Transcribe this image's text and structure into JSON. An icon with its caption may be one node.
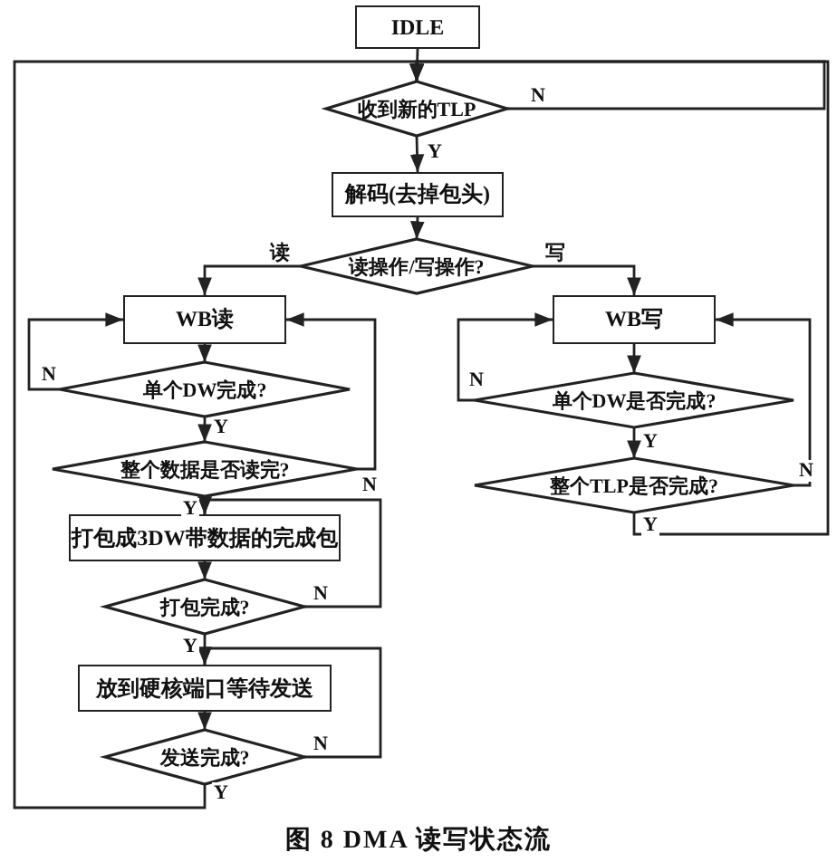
{
  "diagram": {
    "caption": "图 8 DMA 读写状态流",
    "nodes": [
      {
        "text": [
          "IDLE"
        ]
      },
      {
        "text": [
          "收到新的TLP"
        ]
      },
      {
        "text": [
          "解码(去掉包头)"
        ]
      },
      {
        "text": [
          "读操作/写操作?"
        ]
      },
      {
        "text": [
          "WB读"
        ]
      },
      {
        "text": [
          "单个DW完成?"
        ]
      },
      {
        "text": [
          "整个数据是否读完?"
        ]
      },
      {
        "text": [
          "打包成3DW带数据的完成包"
        ]
      },
      {
        "text": [
          "打包完成?"
        ]
      },
      {
        "text": [
          "放到硬核端口等待发送"
        ]
      },
      {
        "text": [
          "发送完成?"
        ]
      },
      {
        "text": [
          "WB写"
        ]
      },
      {
        "text": [
          "单个DW是否完成?"
        ]
      },
      {
        "text": [
          "整个TLP是否完成?"
        ]
      }
    ],
    "edges": [
      {
        "from": 0,
        "to": 1,
        "arrow": "to"
      },
      {
        "from": 1,
        "to": 2,
        "arrow": "to",
        "label": "Y"
      },
      {
        "from": 1,
        "to": 1,
        "arrow": "to",
        "label": "N"
      },
      {
        "from": 2,
        "to": 3,
        "arrow": "to"
      },
      {
        "from": 3,
        "to": 4,
        "arrow": "to",
        "label": "读"
      },
      {
        "from": 3,
        "to": 11,
        "arrow": "to",
        "label": "写"
      },
      {
        "from": 4,
        "to": 5,
        "arrow": "to"
      },
      {
        "from": 5,
        "to": 4,
        "arrow": "to",
        "label": "N"
      },
      {
        "from": 5,
        "to": 6,
        "arrow": "to",
        "label": "Y"
      },
      {
        "from": 6,
        "to": 4,
        "arrow": "to",
        "label": "N"
      },
      {
        "from": 6,
        "to": 7,
        "arrow": "to",
        "label": "Y"
      },
      {
        "from": 7,
        "to": 8,
        "arrow": "to"
      },
      {
        "from": 8,
        "to": 7,
        "arrow": "to",
        "label": "N"
      },
      {
        "from": 8,
        "to": 9,
        "arrow": "to",
        "label": "Y"
      },
      {
        "from": 9,
        "to": 10,
        "arrow": "to"
      },
      {
        "from": 10,
        "to": 9,
        "arrow": "to",
        "label": "N"
      },
      {
        "from": 10,
        "to": 1,
        "arrow": "to",
        "label": "Y"
      },
      {
        "from": 11,
        "to": 12,
        "arrow": "to"
      },
      {
        "from": 12,
        "to": 11,
        "arrow": "to",
        "label": "N"
      },
      {
        "from": 12,
        "to": 13,
        "arrow": "to",
        "label": "Y"
      },
      {
        "from": 13,
        "to": 11,
        "arrow": "to",
        "label": "N"
      },
      {
        "from": 13,
        "to": 1,
        "arrow": "to",
        "label": "Y"
      }
    ]
  }
}
